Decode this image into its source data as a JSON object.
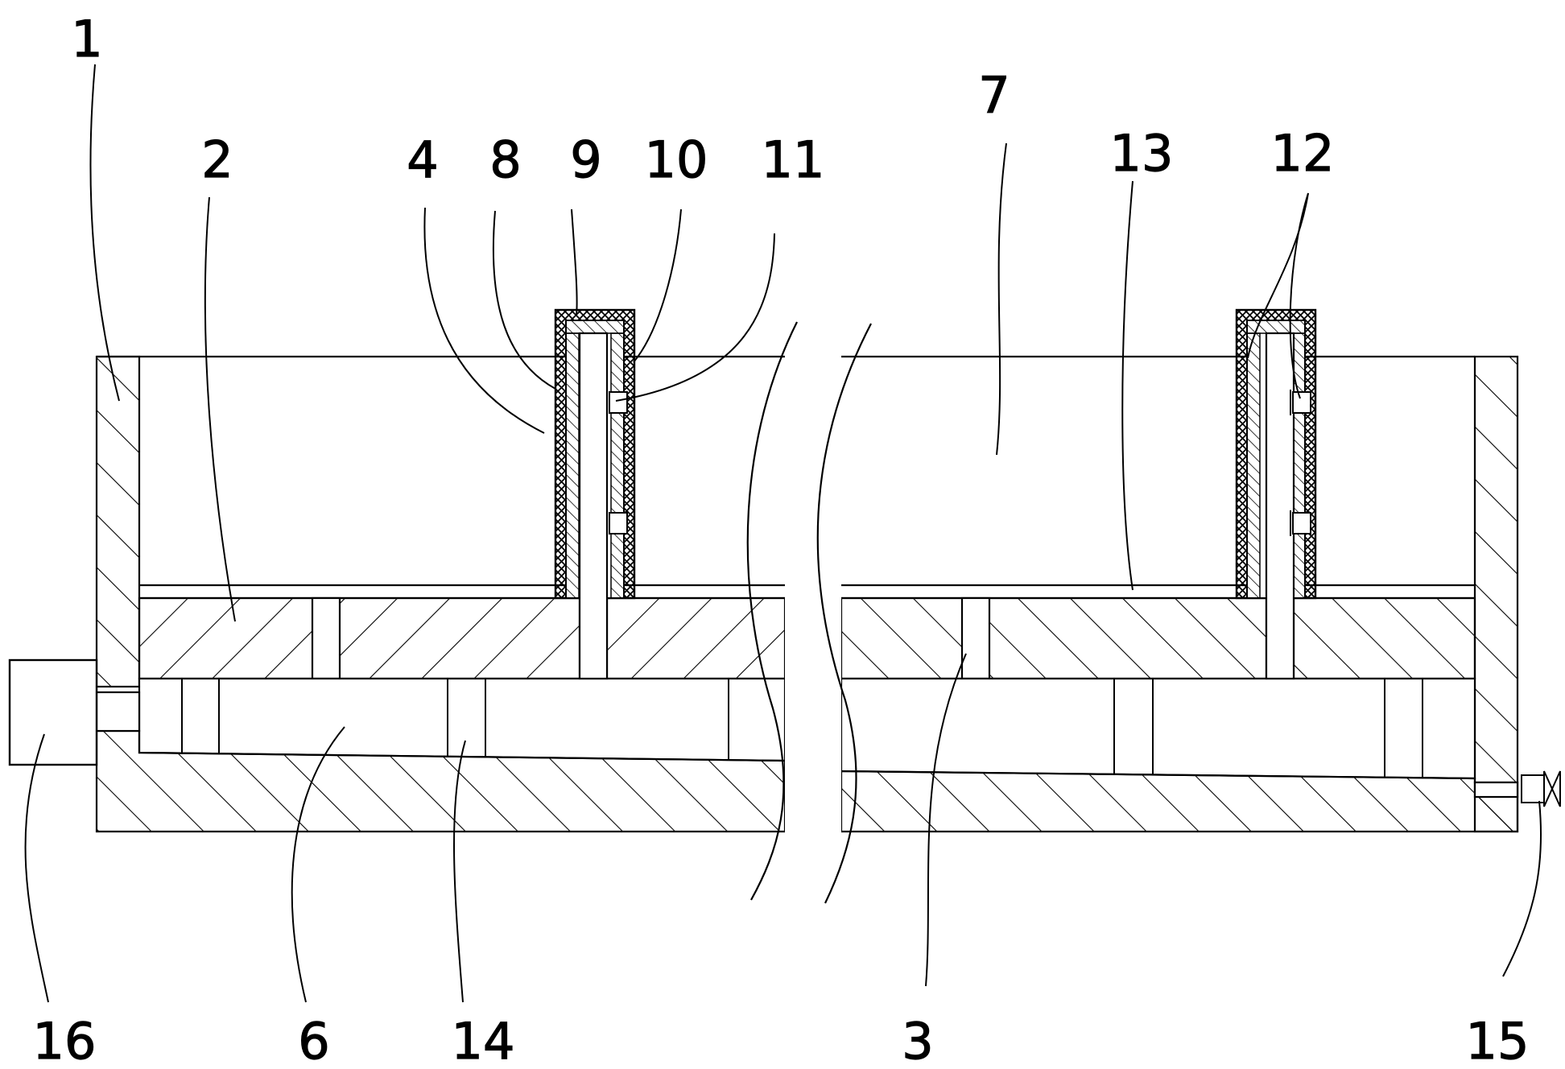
{
  "labels": [
    {
      "id": "1",
      "text": "1"
    },
    {
      "id": "2",
      "text": "2"
    },
    {
      "id": "3",
      "text": "3"
    },
    {
      "id": "4",
      "text": "4"
    },
    {
      "id": "6",
      "text": "6"
    },
    {
      "id": "7",
      "text": "7"
    },
    {
      "id": "8",
      "text": "8"
    },
    {
      "id": "9",
      "text": "9"
    },
    {
      "id": "10",
      "text": "10"
    },
    {
      "id": "11",
      "text": "11"
    },
    {
      "id": "12",
      "text": "12"
    },
    {
      "id": "13",
      "text": "13"
    },
    {
      "id": "14",
      "text": "14"
    },
    {
      "id": "15",
      "text": "15"
    },
    {
      "id": "16",
      "text": "16"
    }
  ],
  "colors": {
    "line": "#000000",
    "background": "#ffffff"
  }
}
